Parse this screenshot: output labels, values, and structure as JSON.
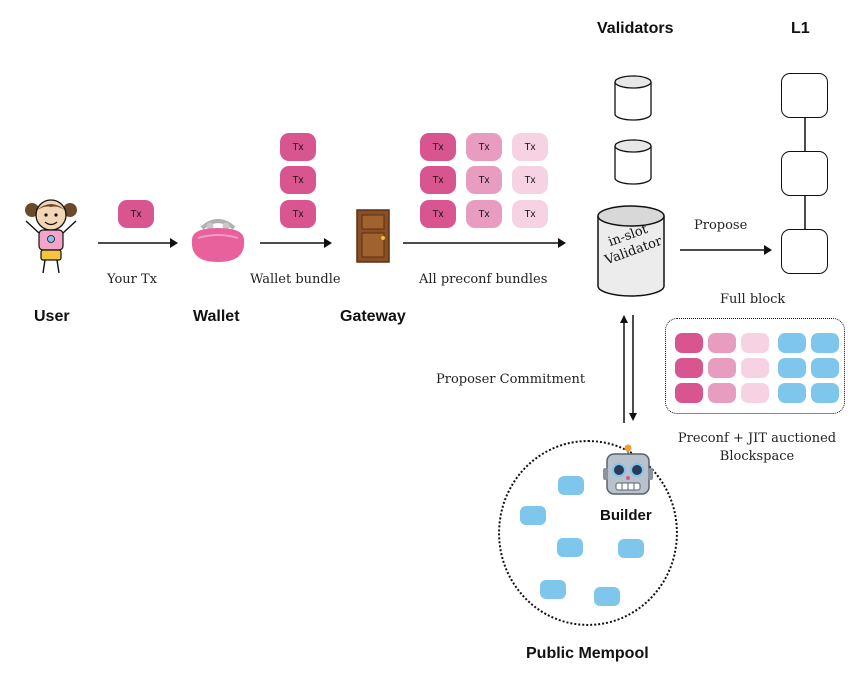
{
  "headers": {
    "validators": "Validators",
    "l1": "L1"
  },
  "nodes": {
    "user": "User",
    "wallet": "Wallet",
    "gateway": "Gateway",
    "builder": "Builder",
    "public_mempool": "Public Mempool",
    "validator_label": "in-slot Validator"
  },
  "edges": {
    "your_tx": "Your Tx",
    "wallet_bundle": "Wallet bundle",
    "all_preconf_bundles": "All preconf bundles",
    "propose": "Propose",
    "full_block": "Full block",
    "proposer_commitment": "Proposer Commitment"
  },
  "tx_label": "Tx",
  "blockspace_caption": {
    "line1": "Preconf  + JIT auctioned",
    "line2": "Blockspace"
  },
  "colors": {
    "tx_dark": "#d9558f",
    "tx_mid": "#e79cc0",
    "tx_light": "#f6d2e3",
    "mempool_blue": "#7ec6ec"
  },
  "icons": [
    "user-icon",
    "wallet-icon",
    "door-icon",
    "robot-icon",
    "database-icon"
  ]
}
